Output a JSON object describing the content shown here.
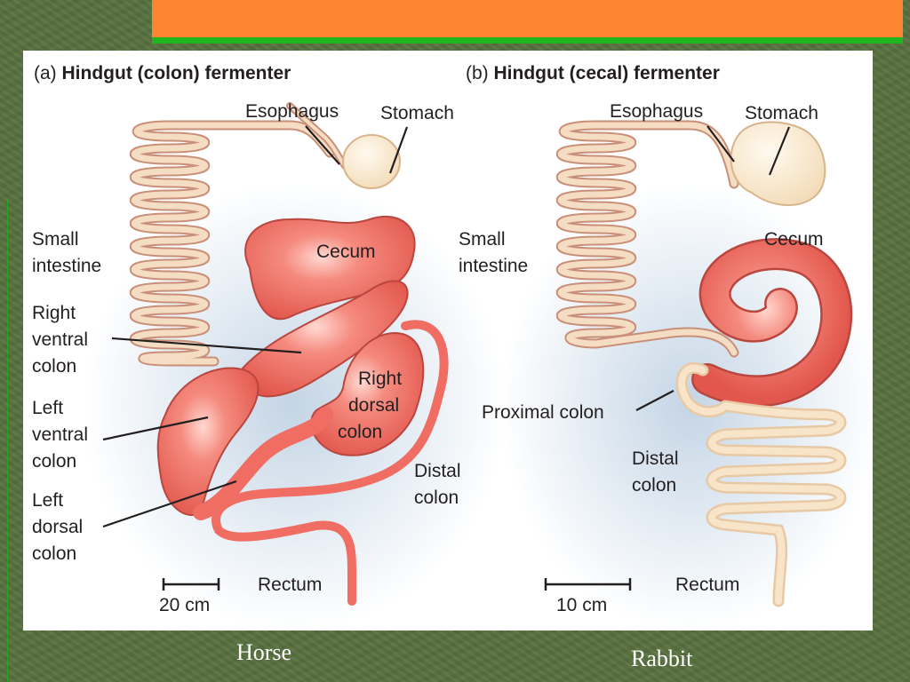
{
  "slide": {
    "bg_color": "#58713f",
    "accent_orange": "#fb8530",
    "accent_green": "#1fb51f"
  },
  "horse": {
    "tag": "(a)",
    "title": "Hindgut (colon) fermenter",
    "labels": {
      "esophagus": "Esophagus",
      "stomach": "Stomach",
      "small_intestine_1": "Small",
      "small_intestine_2": "intestine",
      "cecum": "Cecum",
      "rvc_1": "Right",
      "rvc_2": "ventral",
      "rvc_3": "colon",
      "lvc_1": "Left",
      "lvc_2": "ventral",
      "lvc_3": "colon",
      "ldc_1": "Left",
      "ldc_2": "dorsal",
      "ldc_3": "colon",
      "rdc_1": "Right",
      "rdc_2": "dorsal",
      "rdc_3": "colon",
      "distal_1": "Distal",
      "distal_2": "colon",
      "rectum": "Rectum",
      "scale": "20 cm"
    },
    "caption": "Horse"
  },
  "rabbit": {
    "tag": "(b)",
    "title": "Hindgut (cecal) fermenter",
    "labels": {
      "esophagus": "Esophagus",
      "stomach": "Stomach",
      "small_intestine_1": "Small",
      "small_intestine_2": "intestine",
      "cecum": "Cecum",
      "proximal": "Proximal colon",
      "distal_1": "Distal",
      "distal_2": "colon",
      "rectum": "Rectum",
      "scale": "10 cm"
    },
    "caption": "Rabbit"
  },
  "colors": {
    "intestine_fill": "#f4ddc3",
    "intestine_stroke": "#c98f78",
    "colon_red": "#ef6d62",
    "colon_dark": "#b9463f",
    "stomach_fill": "#fbefd8",
    "line": "#231f20"
  }
}
